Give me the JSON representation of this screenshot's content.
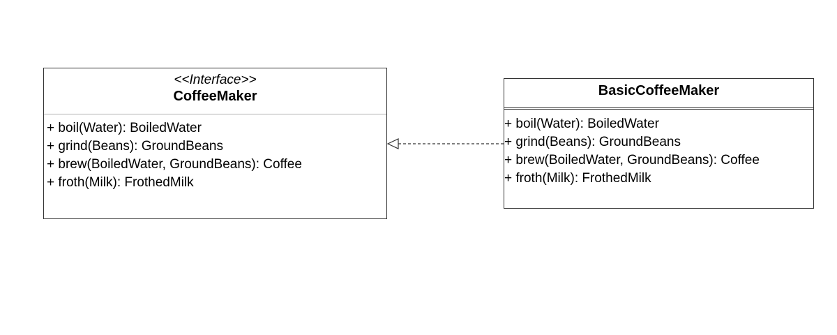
{
  "interface_class": {
    "stereotype": "<<Interface>>",
    "name": "CoffeeMaker",
    "methods": [
      "+ boil(Water): BoiledWater",
      "+ grind(Beans): GroundBeans",
      "+ brew(BoiledWater, GroundBeans): Coffee",
      "+ froth(Milk): FrothedMilk"
    ]
  },
  "implementation_class": {
    "name": "BasicCoffeeMaker",
    "methods": [
      "+ boil(Water): BoiledWater",
      "+ grind(Beans): GroundBeans",
      "+ brew(BoiledWater, GroundBeans): Coffee",
      "+ froth(Milk): FrothedMilk"
    ]
  },
  "relationship": {
    "type": "realization",
    "from": "BasicCoffeeMaker",
    "to": "CoffeeMaker",
    "line_style": "dashed",
    "arrowhead": "hollow-triangle"
  },
  "colors": {
    "border": "#333333",
    "divider_light": "#b0b0b0",
    "text": "#000000",
    "background": "#ffffff"
  }
}
